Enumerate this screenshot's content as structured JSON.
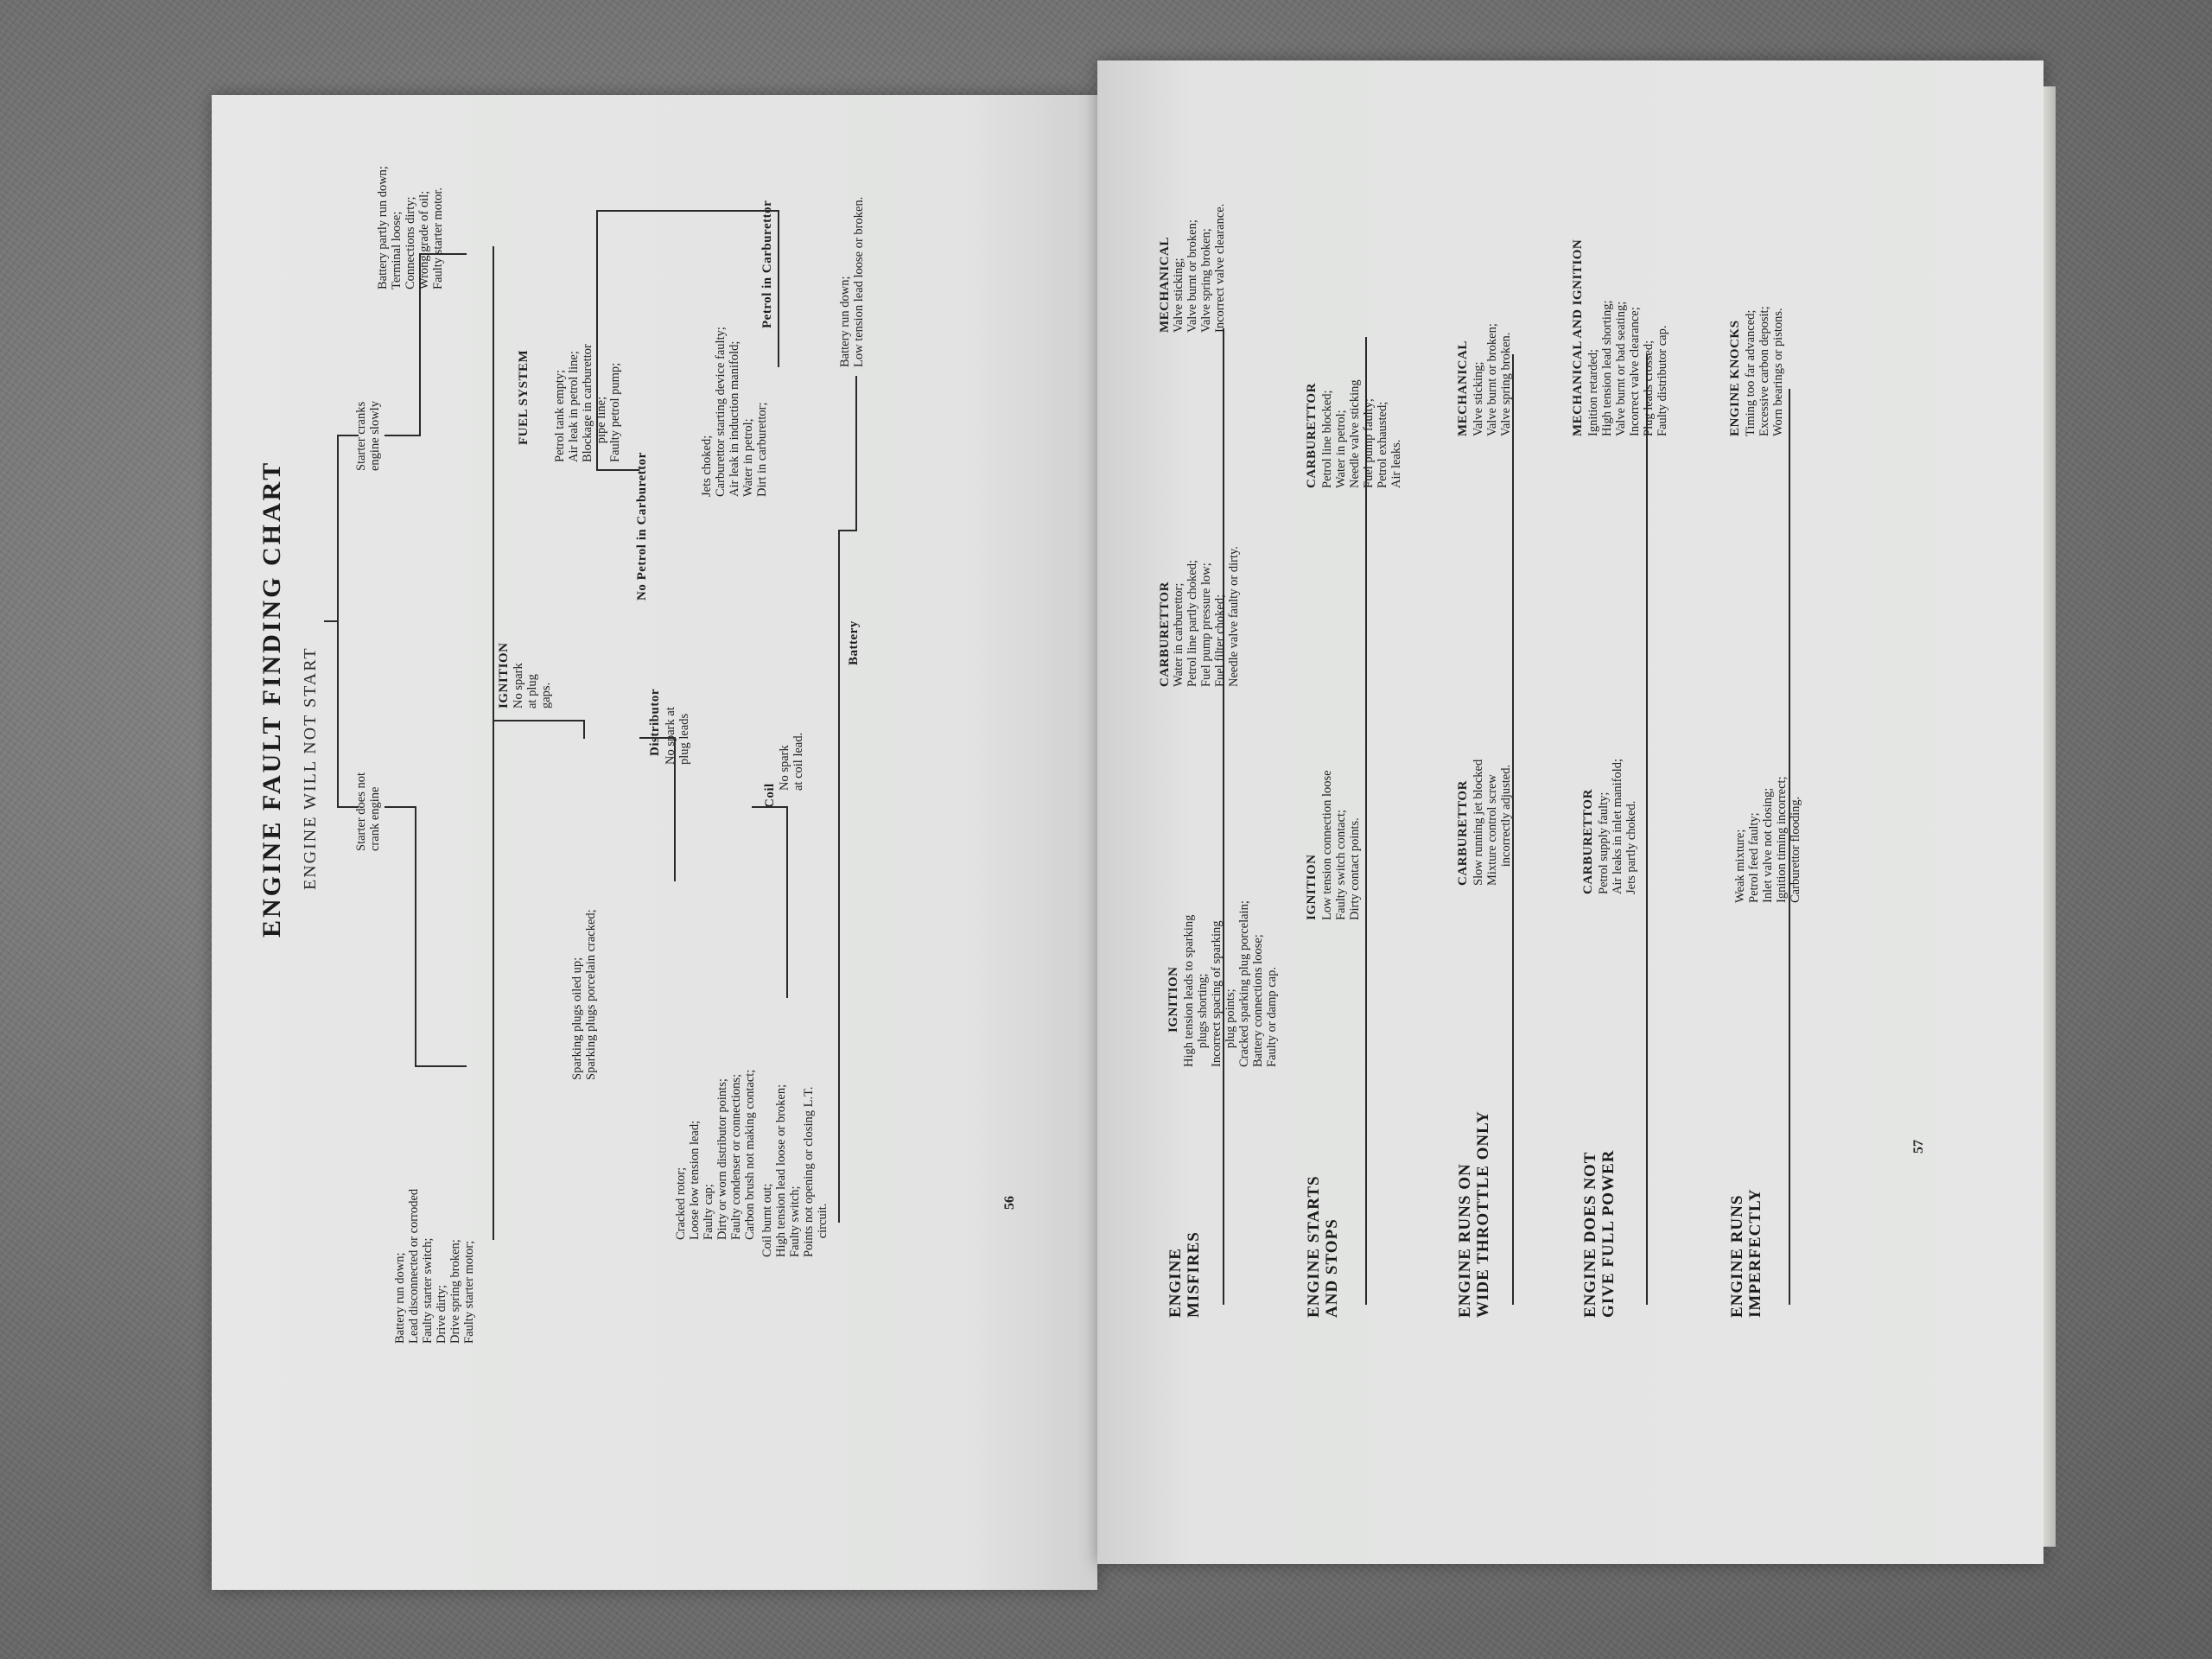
{
  "left_page": {
    "title": "ENGINE FAULT FINDING CHART",
    "subtitle": "ENGINE WILL NOT START",
    "page_number": "56",
    "starter_does_not_crank": "Starter does not\ncrank engine",
    "starter_cranks_slowly": "Starter cranks\nengine slowly",
    "crank_causes": "Battery run down;\nLead disconnected or corroded\nFaulty starter switch;\nDrive dirty;\nDrive spring broken;\nFaulty starter motor;",
    "slow_causes": "Battery partly run down;\nTerminal loose;\nConnections dirty;\nWrong grade of oil;\nFaulty starter motor.",
    "ignition_head": "IGNITION",
    "ignition_sub": "No spark\nat plug\ngaps.",
    "plug_causes": "Sparking plugs oiled up;\nSparking plugs porcelain cracked;",
    "fuel_head": "FUEL SYSTEM",
    "no_petrol": "No Petrol in Carburettor",
    "no_petrol_causes": "Petrol tank empty;\nAir leak in petrol line;\nBlockage in carburettor\n      pipe line;\nFaulty petrol pump;",
    "petrol_in": "Petrol in Carburettor",
    "petrol_in_causes": "Jets choked;\nCarburettor starting device faulty;\nAir leak in induction manifold;\nWater in petrol;\nDirt in carburettor;",
    "distributor_head": "Distributor",
    "distributor_sub": "No spark at\nplug leads",
    "distributor_causes": "Cracked rotor;\nLoose low tension lead;\nFaulty cap;\nDirty or worn distributor points;\nFaulty condenser or connections;\nCarbon brush not making contact;",
    "coil_head": "Coil",
    "coil_sub": "No spark\nat coil lead.",
    "coil_causes": "Coil burnt out;\nHigh tension lead loose or broken;\nFaulty switch;\nPoints not opening or closing L.T.\n      circuit.",
    "battery_head": "Battery",
    "battery_causes": "Battery run down;\nLow tension lead loose or broken."
  },
  "right_page": {
    "page_number": "57",
    "rows": [
      {
        "symptom": "ENGINE\nMISFIRES",
        "groups": [
          {
            "head": "IGNITION",
            "items": "High tension leads to sparking\n      plugs shorting;\nIncorrect spacing of sparking\n      plug points;\nCracked sparking plug porcelain;\nBattery connections loose;\nFaulty or damp cap."
          },
          {
            "head": "CARBURETTOR",
            "items": "Water in carburettor;\nPetrol line partly choked;\nFuel pump pressure low;\nFuel filter choked;\nNeedle valve faulty or dirty."
          },
          {
            "head": "MECHANICAL",
            "items": "Valve sticking;\nValve burnt or broken;\nValve spring broken;\nIncorrect valve clearance."
          }
        ]
      },
      {
        "symptom": "ENGINE STARTS\nAND STOPS",
        "groups": [
          {
            "head": "IGNITION",
            "items": "Low tension connection loose\nFaulty switch contact;\nDirty contact points."
          },
          {
            "head": "CARBURETTOR",
            "items": "Petrol line blocked;\nWater in petrol;\nNeedle valve sticking\nFuel pump faulty;\nPetrol exhausted;\nAir leaks."
          }
        ]
      },
      {
        "symptom": "ENGINE RUNS ON\nWIDE THROTTLE ONLY",
        "groups": [
          {
            "head": "CARBURETTOR",
            "items": "Slow running jet blocked\nMixture control screw\n      incorrectly adjusted."
          },
          {
            "head": "MECHANICAL",
            "items": "Valve sticking;\nValve burnt or broken;\nValve spring broken."
          }
        ]
      },
      {
        "symptom": "ENGINE DOES NOT\nGIVE FULL POWER",
        "groups": [
          {
            "head": "CARBURETTOR",
            "items": "Petrol supply faulty;\nAir leaks in inlet manifold;\nJets partly choked."
          },
          {
            "head": "MECHANICAL AND IGNITION",
            "items": "Ignition retarded;\nHigh tension lead shorting;\nValve burnt or bad seating;\nIncorrect valve clearance;\nPlug leads crossed;\nFaulty distributor cap."
          }
        ]
      },
      {
        "symptom": "ENGINE RUNS\nIMPERFECTLY",
        "groups": [
          {
            "head": "",
            "items": "Weak mixture;\nPetrol feed faulty;\nInlet valve not closing;\nIgnition timing incorrect;\nCarburettor flooding."
          },
          {
            "head": "ENGINE KNOCKS",
            "items": "Timing too far advanced;\nExcessive carbon deposit;\nWorn bearings or pistons."
          }
        ]
      }
    ]
  }
}
